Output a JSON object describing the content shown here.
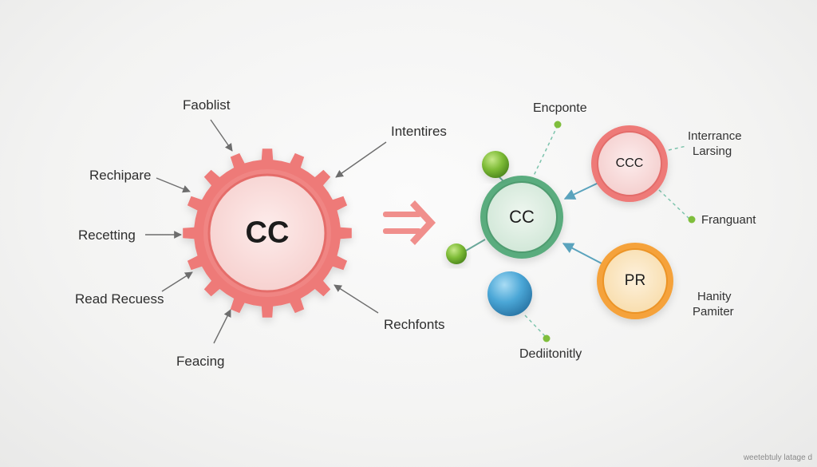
{
  "left": {
    "center_label": "CC",
    "labels": [
      "Faoblist",
      "Intentires",
      "Rechipare",
      "Recetting",
      "Read Recuess",
      "Rechfonts",
      "Feacing"
    ]
  },
  "right": {
    "hub_label": "CC",
    "ccc_label": "CCC",
    "pr_label": "PR",
    "top_label": "Encponte",
    "bottom_label": "Dediitonitly",
    "fraguant_label": "Franguant",
    "interrance": [
      "Interrance",
      "Larsing"
    ],
    "hanity": [
      "Hanity",
      "Pamiter"
    ]
  },
  "colors": {
    "gear": "#ee7a78",
    "hub": "#5aac7e",
    "ccc": "#ee7a78",
    "pr": "#f5a23a",
    "arrow_accent": "#f08f8c",
    "connector": "#6fb0c4"
  },
  "watermark": "weetebtuly latage d"
}
